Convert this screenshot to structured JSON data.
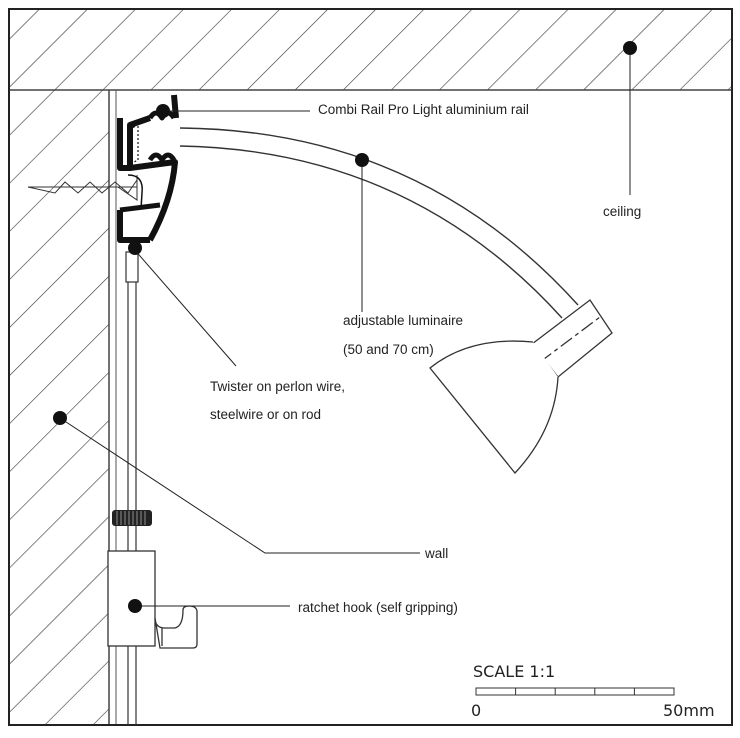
{
  "labels": {
    "rail": "Combi Rail Pro Light aluminium rail",
    "ceiling": "ceiling",
    "luminaire_line1": "adjustable luminaire",
    "luminaire_line2": "(50 and 70 cm)",
    "twister_line1": "Twister on perlon wire,",
    "twister_line2": "steelwire or on rod",
    "wall": "wall",
    "hook": "ratchet hook (self gripping)"
  },
  "scale": {
    "title": "SCALE 1:1",
    "start": "0",
    "end": "50mm",
    "segments": 5
  }
}
